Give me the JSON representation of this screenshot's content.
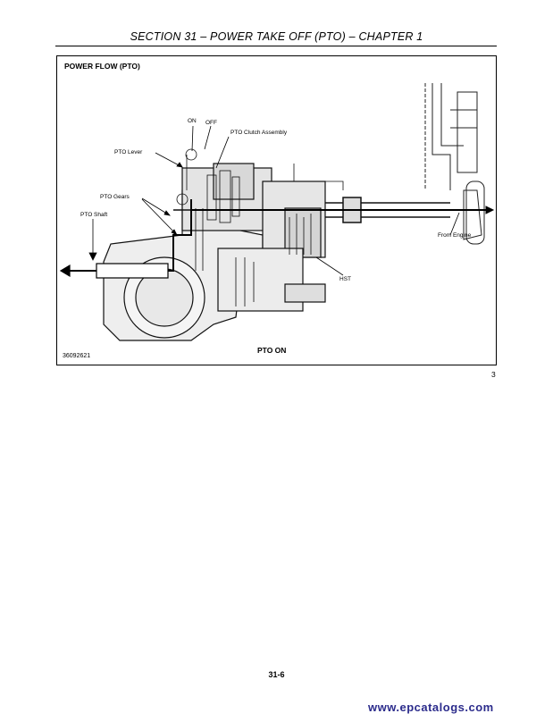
{
  "header": {
    "title": "SECTION 31 – POWER TAKE OFF (PTO) – CHAPTER 1"
  },
  "figure": {
    "title": "POWER FLOW (PTO)",
    "image_code": "36092621",
    "caption": "PTO ON",
    "number": "3",
    "callouts": {
      "on": "ON",
      "off": "OFF",
      "pto_clutch_assembly": "PTO Clutch Assembly",
      "pto_lever": "PTO Lever",
      "pto_gears": "PTO Gears",
      "pto_shaft": "PTO Shaft",
      "from_engine": "From Engine",
      "hst": "HST"
    }
  },
  "footer": {
    "page_number": "31-6"
  },
  "watermark": {
    "text": "www.epcatalogs.com"
  },
  "colors": {
    "watermark": "#2c2c8c"
  }
}
